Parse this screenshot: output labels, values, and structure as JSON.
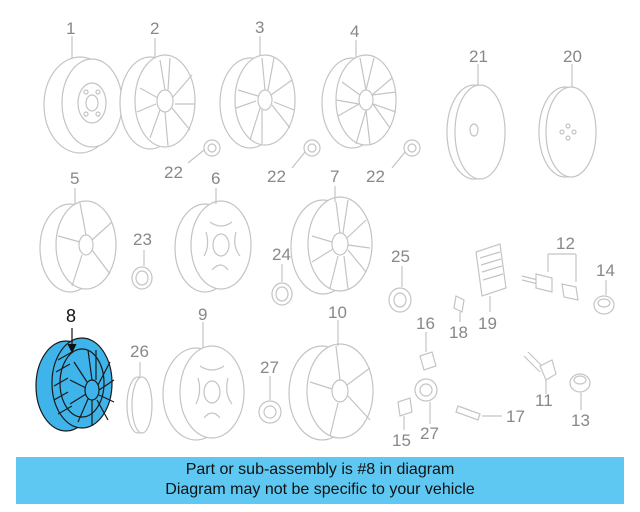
{
  "callouts": {
    "c1": "1",
    "c2": "2",
    "c3": "3",
    "c4": "4",
    "c5": "5",
    "c6": "6",
    "c7": "7",
    "c8": "8",
    "c9": "9",
    "c10": "10",
    "c11": "11",
    "c12": "12",
    "c13": "13",
    "c14": "14",
    "c15": "15",
    "c16": "16",
    "c17": "17",
    "c18": "18",
    "c19": "19",
    "c20": "20",
    "c21": "21",
    "c22a": "22",
    "c22b": "22",
    "c22c": "22",
    "c23": "23",
    "c24": "24",
    "c25": "25",
    "c26": "26",
    "c27a": "27",
    "c27b": "27"
  },
  "highlight_part": "8",
  "colors": {
    "highlight": "#3fb4ea",
    "banner": "#5ec8f2",
    "line": "#c4c4c4"
  },
  "banner": {
    "line1": "Part or sub-assembly is #8 in diagram",
    "line2": "Diagram may not be specific to your vehicle"
  }
}
